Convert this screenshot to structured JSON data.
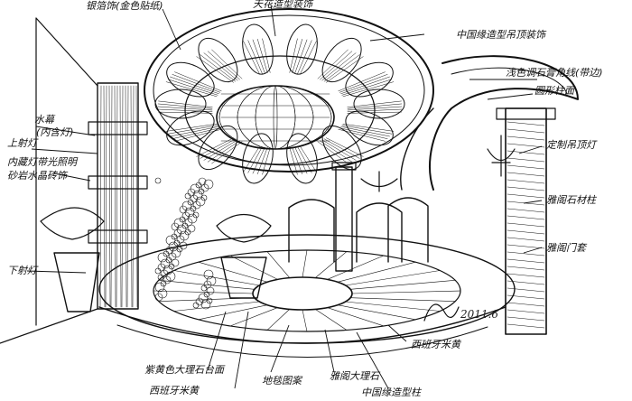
{
  "annotations": {
    "top_left_label": "银箔饰(金色贴纸)",
    "top_center_label": "天花造型装饰",
    "top_right_label": "中国缘造型吊顶装饰",
    "left_1": "水幕",
    "left_1_sub": "(内含灯)",
    "left_2": "上射灯",
    "left_3": "内藏灯带光照明",
    "left_4": "砂岩水晶砖饰",
    "left_5": "下射灯",
    "right_1": "浅色调石膏角线(带边)",
    "right_2": "圆形柱面",
    "right_3": "定制吊顶灯",
    "right_4": "雅阁石材柱",
    "right_5": "雅阁门套",
    "bottom_1": "紫黄色大理石台面",
    "bottom_2": "西班牙米黄",
    "bottom_3": "地毯图案",
    "bottom_4": "雅阁大理石",
    "bottom_5": "中国缘造型柱",
    "bottom_right": "西班牙米黄",
    "signature": "2011.6"
  }
}
